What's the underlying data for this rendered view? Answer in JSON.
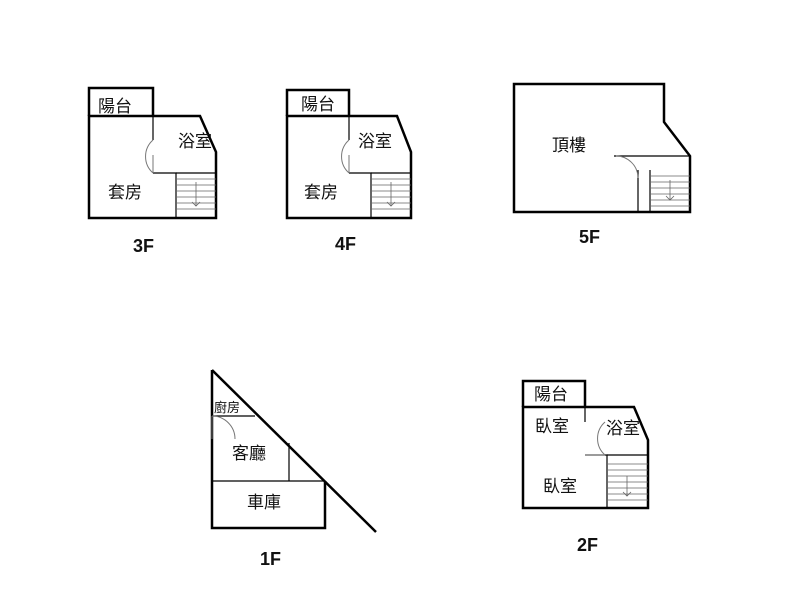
{
  "floors": {
    "f3": {
      "level": "3F",
      "balcony": "陽台",
      "bathroom": "浴室",
      "suite": "套房"
    },
    "f4": {
      "level": "4F",
      "balcony": "陽台",
      "bathroom": "浴室",
      "suite": "套房"
    },
    "f5": {
      "level": "5F",
      "rooftop": "頂樓"
    },
    "f1": {
      "level": "1F",
      "kitchen": "廚房",
      "living": "客廳",
      "garage": "車庫"
    },
    "f2": {
      "level": "2F",
      "balcony": "陽台",
      "bedroom_upper": "臥室",
      "bathroom": "浴室",
      "bedroom_lower": "臥室"
    }
  },
  "colors": {
    "wall": "#000000",
    "door": "#777777",
    "background": "#ffffff"
  }
}
